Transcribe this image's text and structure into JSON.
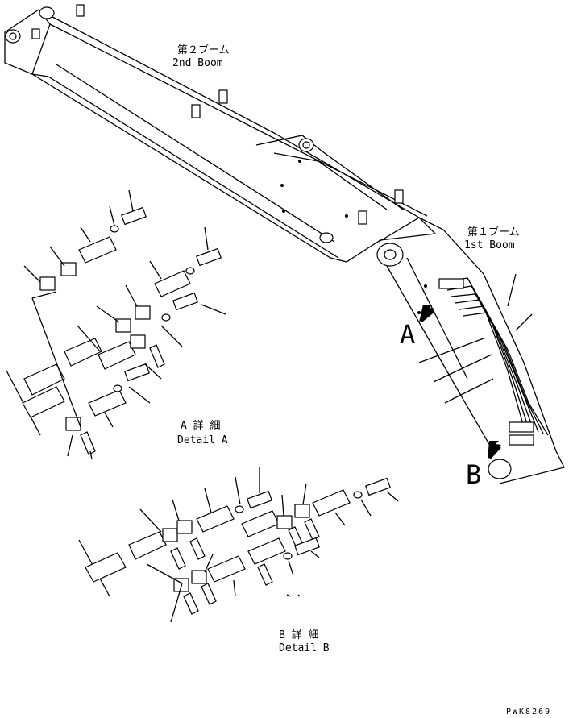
{
  "labels": {
    "second_boom_jp": "第２ブーム",
    "second_boom_en": "2nd Boom",
    "first_boom_jp": "第１ブーム",
    "first_boom_en": "1st Boom",
    "view_a": "A",
    "view_b": "B",
    "detail_a_jp": "A 詳 細",
    "detail_a_en": "Detail A",
    "detail_b_jp": "B 詳 細",
    "detail_b_en": "Detail B",
    "drawing_code": "PWK8269"
  },
  "colors": {
    "line": "#000000",
    "background": "#ffffff"
  }
}
